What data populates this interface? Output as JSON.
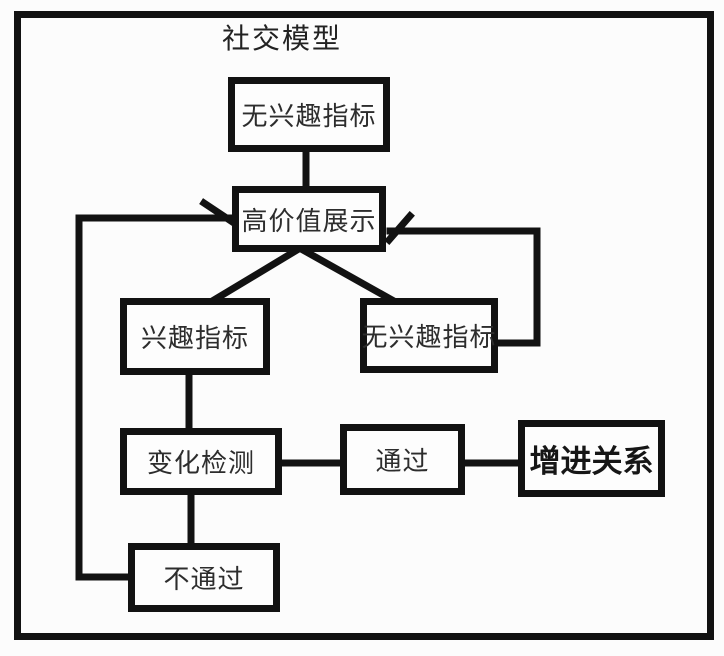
{
  "title": "社交模型",
  "colors": {
    "background": "#fcfcfc",
    "line": "#121212",
    "text": "#2d2d2d",
    "box_fill": "#fdfdfd"
  },
  "nodes": [
    {
      "id": "no-interest-indicator-top",
      "label": "无兴趣指标"
    },
    {
      "id": "high-value-display",
      "label": "高价值展示"
    },
    {
      "id": "interest-indicator",
      "label": "兴趣指标"
    },
    {
      "id": "no-interest-indicator-right",
      "label": "无兴趣指标"
    },
    {
      "id": "change-detection",
      "label": "变化检测"
    },
    {
      "id": "pass",
      "label": "通过"
    },
    {
      "id": "enhance-relationship",
      "label": "增进关系",
      "emphasis": true
    },
    {
      "id": "fail",
      "label": "不通过"
    }
  ],
  "edges": [
    {
      "from": "no-interest-indicator-top",
      "to": "high-value-display",
      "style": "line"
    },
    {
      "from": "high-value-display",
      "to": "interest-indicator",
      "style": "line"
    },
    {
      "from": "high-value-display",
      "to": "no-interest-indicator-right",
      "style": "line"
    },
    {
      "from": "no-interest-indicator-right",
      "to": "high-value-display",
      "style": "arrow-loop-right"
    },
    {
      "from": "interest-indicator",
      "to": "change-detection",
      "style": "line"
    },
    {
      "from": "change-detection",
      "to": "pass",
      "style": "line"
    },
    {
      "from": "pass",
      "to": "enhance-relationship",
      "style": "line"
    },
    {
      "from": "change-detection",
      "to": "fail",
      "style": "line"
    },
    {
      "from": "fail",
      "to": "high-value-display",
      "style": "arrow-loop-left"
    }
  ]
}
